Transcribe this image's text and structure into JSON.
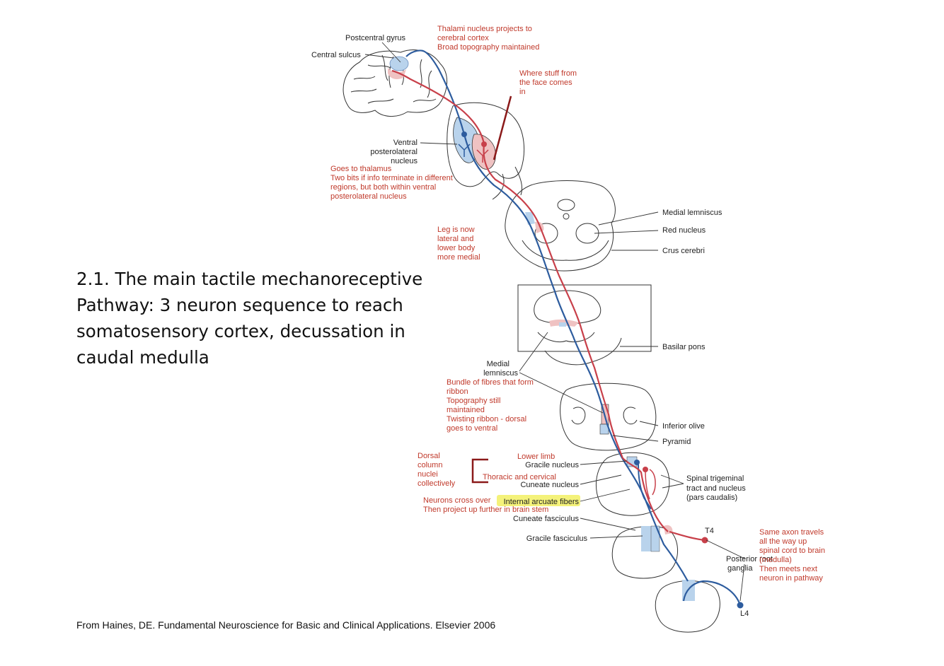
{
  "title_lines": [
    "2.1. The main tactile mechanoreceptive",
    "Pathway: 3 neuron sequence to reach",
    "somatosensory cortex, decussation in",
    "caudal medulla"
  ],
  "credit": "From Haines, DE. Fundamental Neuroscience for Basic and Clinical Applications. Elsevier 2006",
  "labels": {
    "postcentral_gyrus": "Postcentral gyrus",
    "central_sulcus": "Central sulcus",
    "vpl_lines": [
      "Ventral",
      "posterolateral",
      "nucleus"
    ],
    "medial_lemniscus": "Medial lemniscus",
    "red_nucleus": "Red nucleus",
    "crus_cerebri": "Crus cerebri",
    "basilar_pons": "Basilar pons",
    "medial_lemniscus_lower_lines": [
      "Medial",
      "lemniscus"
    ],
    "inferior_olive": "Inferior olive",
    "pyramid": "Pyramid",
    "gracile_nucleus": "Gracile nucleus",
    "cuneate_nucleus": "Cuneate nucleus",
    "internal_arcuate_fibers": "Internal arcuate fibers",
    "spinal_trigeminal_lines": [
      "Spinal trigeminal",
      "tract and nucleus",
      "(pars caudalis)"
    ],
    "cuneate_fasciculus": "Cuneate fasciculus",
    "gracile_fasciculus": "Gracile fasciculus",
    "t4": "T4",
    "posterior_root": "Posterior root",
    "ganglia": "ganglia",
    "l4": "L4"
  },
  "notes": {
    "thalamic_projection": [
      "Thalami nucleus projects to",
      "cerebral cortex",
      "Broad topography maintained"
    ],
    "face_input": [
      "Where stuff from",
      "the face comes",
      "in"
    ],
    "thalamus": [
      "Goes to thalamus",
      "Two bits if info terminate in different",
      "regions, but both within ventral",
      "posterolateral nucleus"
    ],
    "leg_position": [
      "Leg is now",
      "lateral and",
      "lower body",
      "more medial"
    ],
    "ribbon": [
      "Bundle of fibres that form",
      "ribbon",
      "Topography still",
      "maintained",
      "Twisting ribbon - dorsal",
      "goes to ventral"
    ],
    "dorsal_column_nuclei": [
      "Dorsal",
      "column",
      "nuclei",
      "collectively"
    ],
    "lower_limb": "Lower limb",
    "thoracic_cervical": "Thoracic and cervical",
    "cross_over": [
      "Neurons cross over",
      "Then project up further in brain stem"
    ],
    "same_axon": [
      "Same axon travels",
      "all the way up",
      "spinal cord to brain",
      "(medulla)",
      "Then meets next",
      "neuron in pathway"
    ]
  },
  "colors": {
    "pathway_blue": "#2d5c9e",
    "pathway_red": "#c8404a",
    "fill_blue": "#b9d3ec",
    "fill_pink": "#efc2c2",
    "annotation_red": "#c0392b",
    "bracket_red": "#8b1a1a",
    "highlight_yellow": "#f4f27a"
  }
}
